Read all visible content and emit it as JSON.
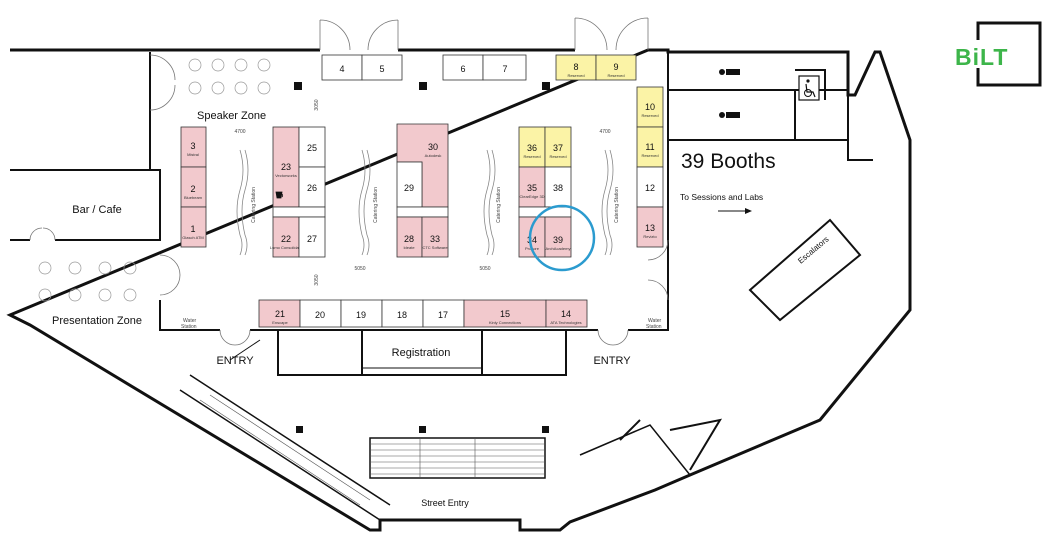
{
  "logo": {
    "text": "BiLT"
  },
  "zones": {
    "speaker": "Speaker Zone",
    "bar_cafe": "Bar / Cafe",
    "presentation": "Presentation Zone",
    "registration": "Registration",
    "street_entry": "Street Entry",
    "entry_left": "ENTRY",
    "entry_right": "ENTRY",
    "escalators": "Escalators",
    "sessions": "To Sessions and Labs"
  },
  "booth_count": "39 Booths",
  "catering": "Catering Station",
  "water": {
    "line1": "Water",
    "line2": "Station"
  },
  "dims": {
    "w4700": "4700",
    "w5050": "5050",
    "w3050": "3050"
  },
  "booths": {
    "b1": {
      "num": "1",
      "sub": "Glasch ATM"
    },
    "b2": {
      "num": "2",
      "sub": "Bluebeam"
    },
    "b3": {
      "num": "3",
      "sub": "Mistral"
    },
    "b4": {
      "num": "4"
    },
    "b5": {
      "num": "5"
    },
    "b6": {
      "num": "6"
    },
    "b7": {
      "num": "7"
    },
    "b8": {
      "num": "8",
      "sub": "Reserved"
    },
    "b9": {
      "num": "9",
      "sub": "Reserved"
    },
    "b10": {
      "num": "10",
      "sub": "Reserved"
    },
    "b11": {
      "num": "11",
      "sub": "Reserved"
    },
    "b12": {
      "num": "12"
    },
    "b13": {
      "num": "13",
      "sub": "Revizto"
    },
    "b14": {
      "num": "14",
      "sub": "ATA Technologies"
    },
    "b15": {
      "num": "15",
      "sub": "Kinly Connections"
    },
    "b17": {
      "num": "17"
    },
    "b18": {
      "num": "18"
    },
    "b19": {
      "num": "19"
    },
    "b20": {
      "num": "20"
    },
    "b21": {
      "num": "21",
      "sub": "Enscape"
    },
    "b22": {
      "num": "22",
      "sub": "Lumo Consolidate"
    },
    "b23": {
      "num": "23",
      "sub": "Vectorworks"
    },
    "b25": {
      "num": "25"
    },
    "b26": {
      "num": "26"
    },
    "b27": {
      "num": "27"
    },
    "b28": {
      "num": "28",
      "sub": "Ideate"
    },
    "b29": {
      "num": "29"
    },
    "b30": {
      "num": "30",
      "sub": "Autodesk"
    },
    "b33": {
      "num": "33",
      "sub": "CTC Software"
    },
    "b34": {
      "num": "34",
      "sub": "Procore"
    },
    "b35": {
      "num": "35",
      "sub": "ClearEdge 3D"
    },
    "b36": {
      "num": "36",
      "sub": "Reserved"
    },
    "b37": {
      "num": "37",
      "sub": "Reserved"
    },
    "b38": {
      "num": "38"
    },
    "b39": {
      "num": "39",
      "sub": "ArchAcademy"
    }
  },
  "colors": {
    "booked": "#f2c9cd",
    "reserved": "#fbf3a6",
    "available": "#ffffff",
    "highlight": "#2b9bcf",
    "logo_green": "#3db54a"
  }
}
